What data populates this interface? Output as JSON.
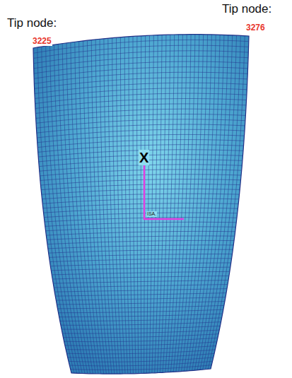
{
  "diagram": {
    "labels": [
      "Tip node:",
      "Tip node:",
      "3225",
      "3276",
      "X",
      "ISA."
    ]
  }
}
